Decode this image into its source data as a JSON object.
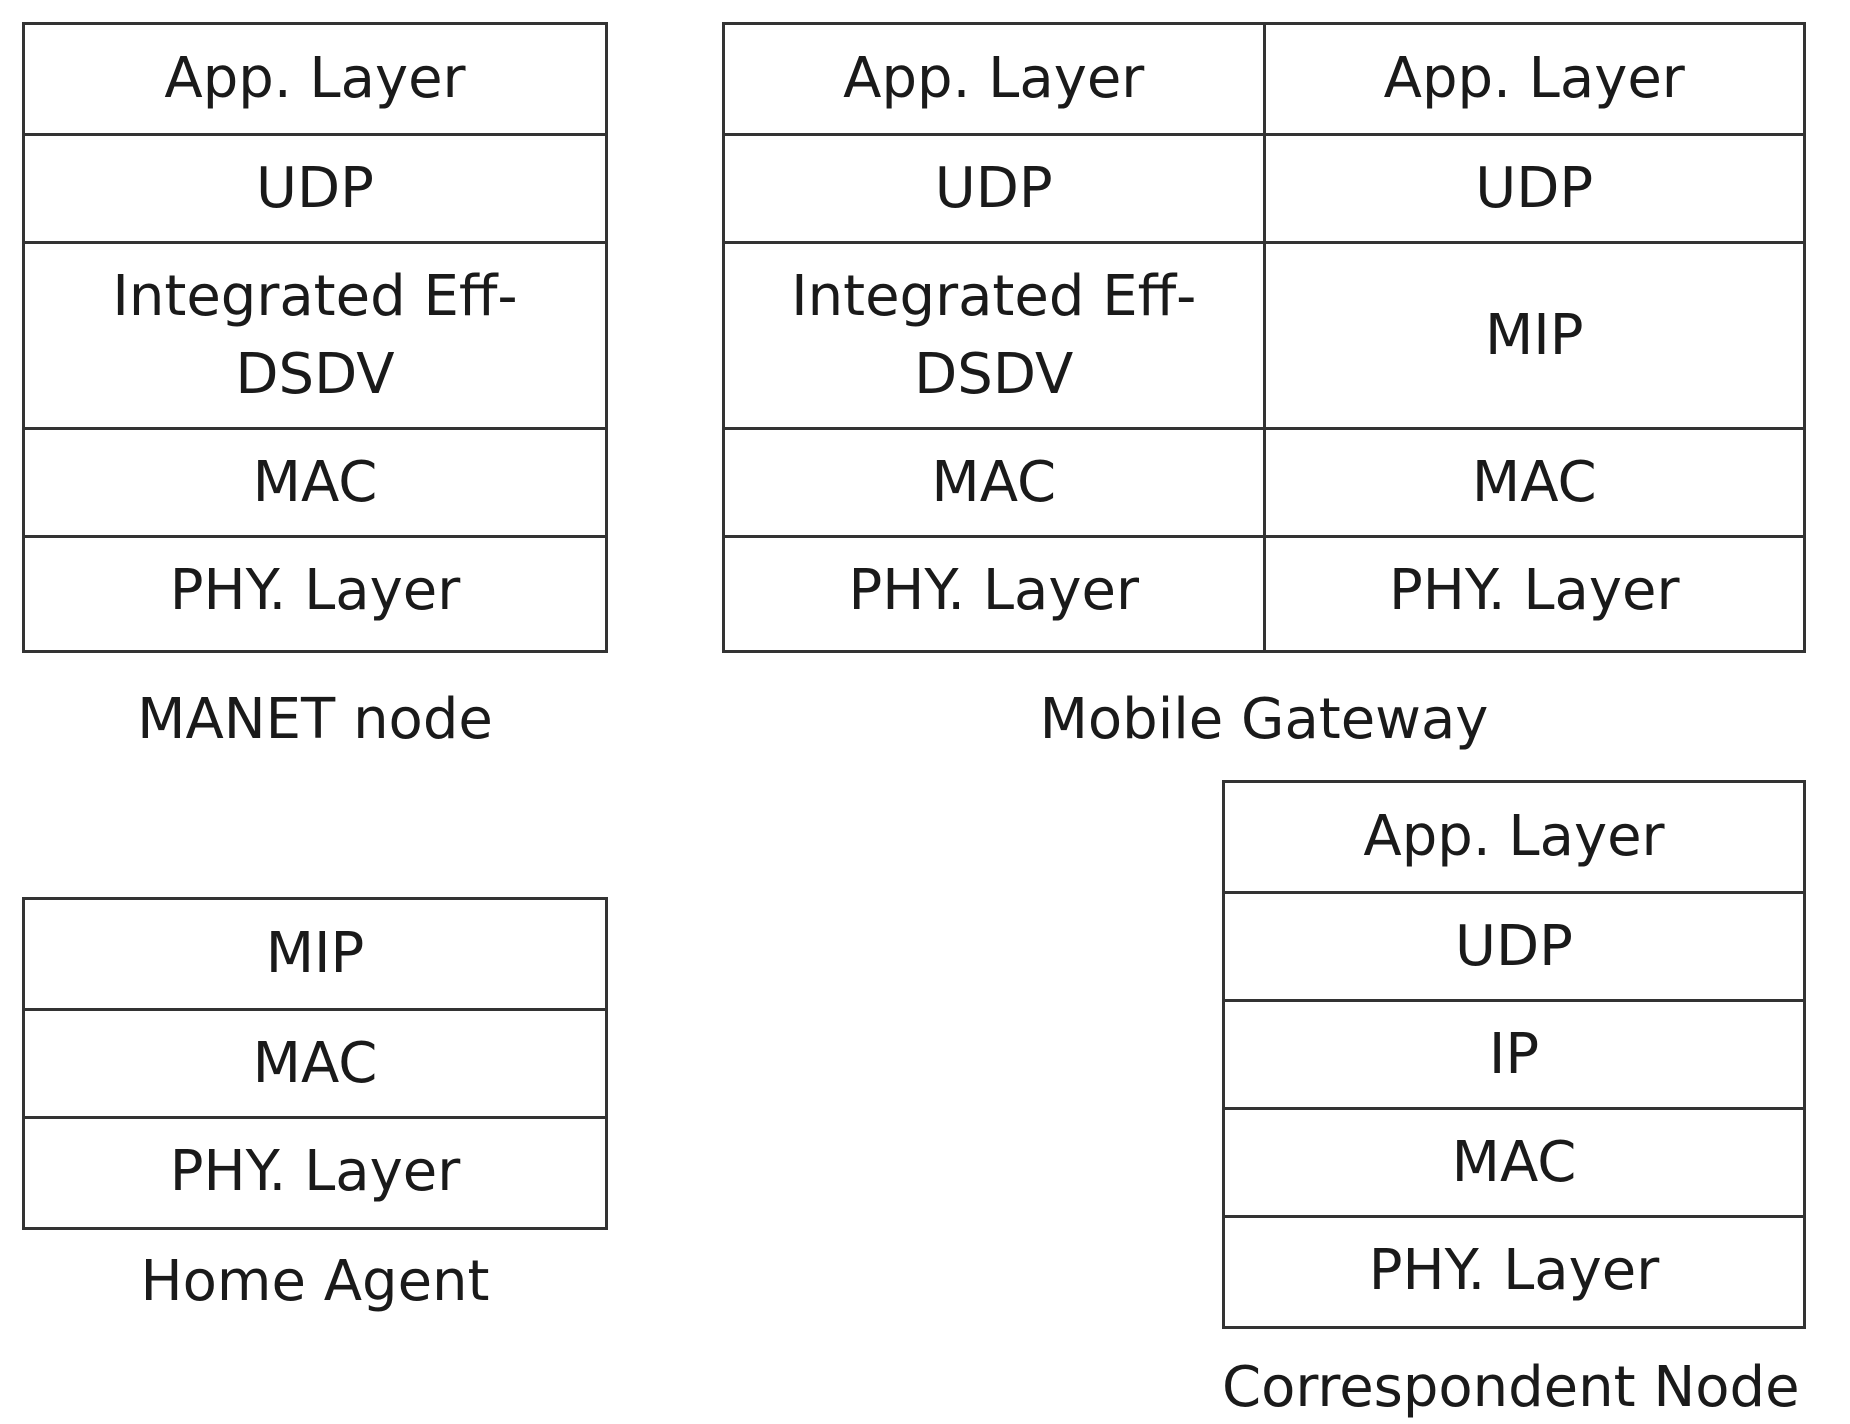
{
  "manet_node": {
    "caption": "MANET node",
    "layers": [
      "App. Layer",
      "UDP",
      "Integrated Eff-\nDSDV",
      "MAC",
      "PHY. Layer"
    ]
  },
  "mobile_gateway": {
    "caption": "Mobile Gateway",
    "left_layers": [
      "App. Layer",
      "UDP",
      "Integrated Eff-\nDSDV",
      "MAC",
      "PHY. Layer"
    ],
    "right_layers": [
      "App. Layer",
      "UDP",
      "MIP",
      "MAC",
      "PHY. Layer"
    ]
  },
  "home_agent": {
    "caption": "Home Agent",
    "layers": [
      "MIP",
      "MAC",
      "PHY. Layer"
    ]
  },
  "correspondent_node": {
    "caption": "Correspondent Node",
    "layers": [
      "App. Layer",
      "UDP",
      "IP",
      "MAC",
      "PHY. Layer"
    ]
  }
}
